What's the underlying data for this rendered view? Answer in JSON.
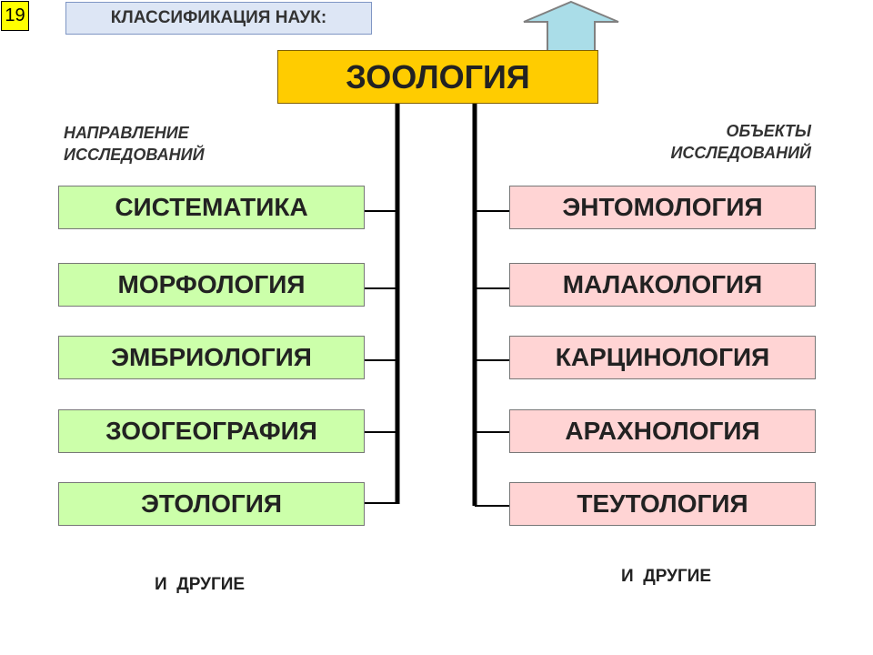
{
  "slide_number": "19",
  "header": "КЛАССИФИКАЦИЯ НАУК:",
  "main_title": "ЗООЛОГИЯ",
  "left": {
    "caption_line1": "НАПРАВЛЕНИЕ",
    "caption_line2": "ИССЛЕДОВАНИЙ",
    "items": [
      "СИСТЕМАТИКА",
      "МОРФОЛОГИЯ",
      "ЭМБРИОЛОГИЯ",
      "ЗООГЕОГРАФИЯ",
      "ЭТОЛОГИЯ"
    ],
    "others": "И  ДРУГИЕ"
  },
  "right": {
    "caption_line1": "ОБЪЕКТЫ",
    "caption_line2": "ИССЛЕДОВАНИЙ",
    "items": [
      "ЭНТОМОЛОГИЯ",
      "МАЛАКОЛОГИЯ",
      "КАРЦИНОЛОГИЯ",
      "АРАХНОЛОГИЯ",
      "ТЕУТОЛОГИЯ"
    ],
    "others": "И  ДРУГИЕ"
  },
  "colors": {
    "main_box": "#ffcc00",
    "left_boxes": "#ccffaa",
    "right_boxes": "#ffd4d4",
    "header_box": "#dde6f5",
    "slide_number_box": "#ffff00",
    "arrow": "#aadde8"
  }
}
